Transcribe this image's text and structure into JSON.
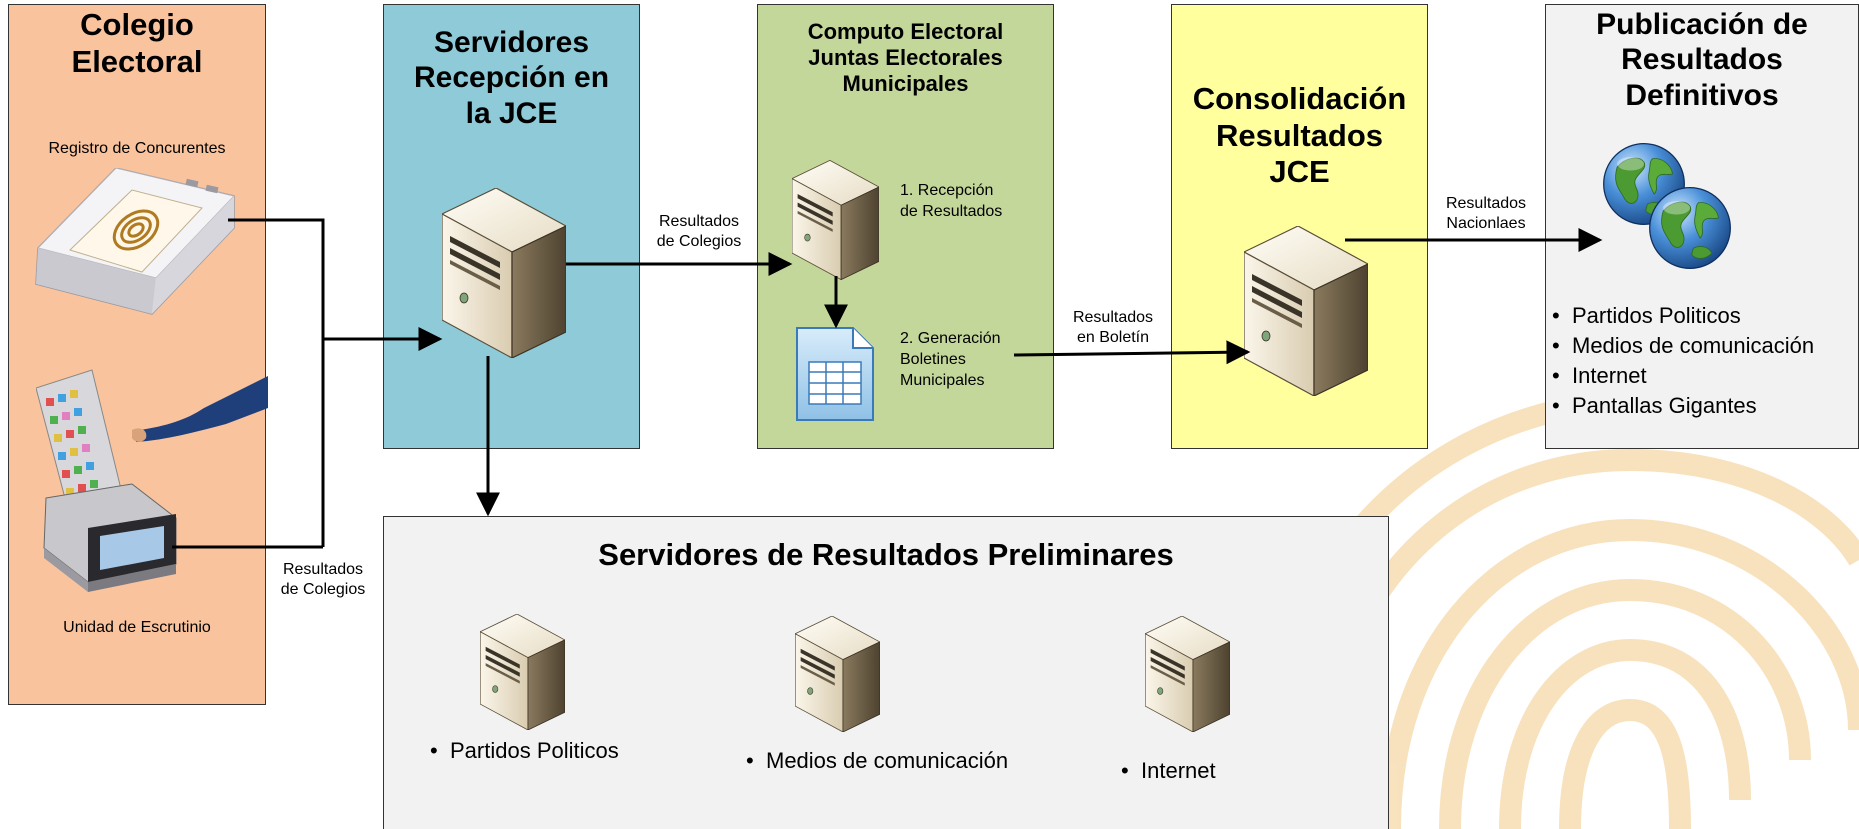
{
  "colegio": {
    "title": "Colegio\nElectoral",
    "registro_label": "Registro de Concurentes",
    "unidad_label": "Unidad de Escrutinio"
  },
  "recepcion": {
    "title": "Servidores\nRecepción en\nla JCE"
  },
  "computo": {
    "title": "Computo Electoral\nJuntas Electorales\nMunicipales",
    "step1": "1. Recepción\nde Resultados",
    "step2": "2. Generación\nBoletines\nMunicipales"
  },
  "consolidacion": {
    "title": "Consolidación\nResultados\nJCE"
  },
  "publicacion": {
    "title": "Publicación de\nResultados\nDefinitivos",
    "items": [
      "Partidos Politicos",
      "Medios de comunicación",
      "Internet",
      "Pantallas  Gigantes"
    ]
  },
  "preliminares": {
    "title": "Servidores de Resultados Preliminares",
    "items": [
      "Partidos Politicos",
      "Medios de comunicación",
      "Internet"
    ]
  },
  "arrows": {
    "colegios_left": "Resultados\nde Colegios",
    "colegios_mid": "Resultados\nde Colegios",
    "boletin": "Resultados\nen Boletín",
    "nacionales": "Resultados\nNacionlaes"
  },
  "colors": {
    "colegio": "#F9C39E",
    "recepcion": "#8FCAD8",
    "computo": "#C4D79B",
    "consolidacion": "#FFFF9E",
    "publicacion": "#F2F2F2",
    "preliminares": "#F2F2F2",
    "watermark": "#F6D9A8"
  },
  "icons": [
    "fingerprint-watermark",
    "fingerprint-device-icon",
    "ballot-scanner-icon",
    "server-icon",
    "spreadsheet-document-icon",
    "globe-icon"
  ]
}
